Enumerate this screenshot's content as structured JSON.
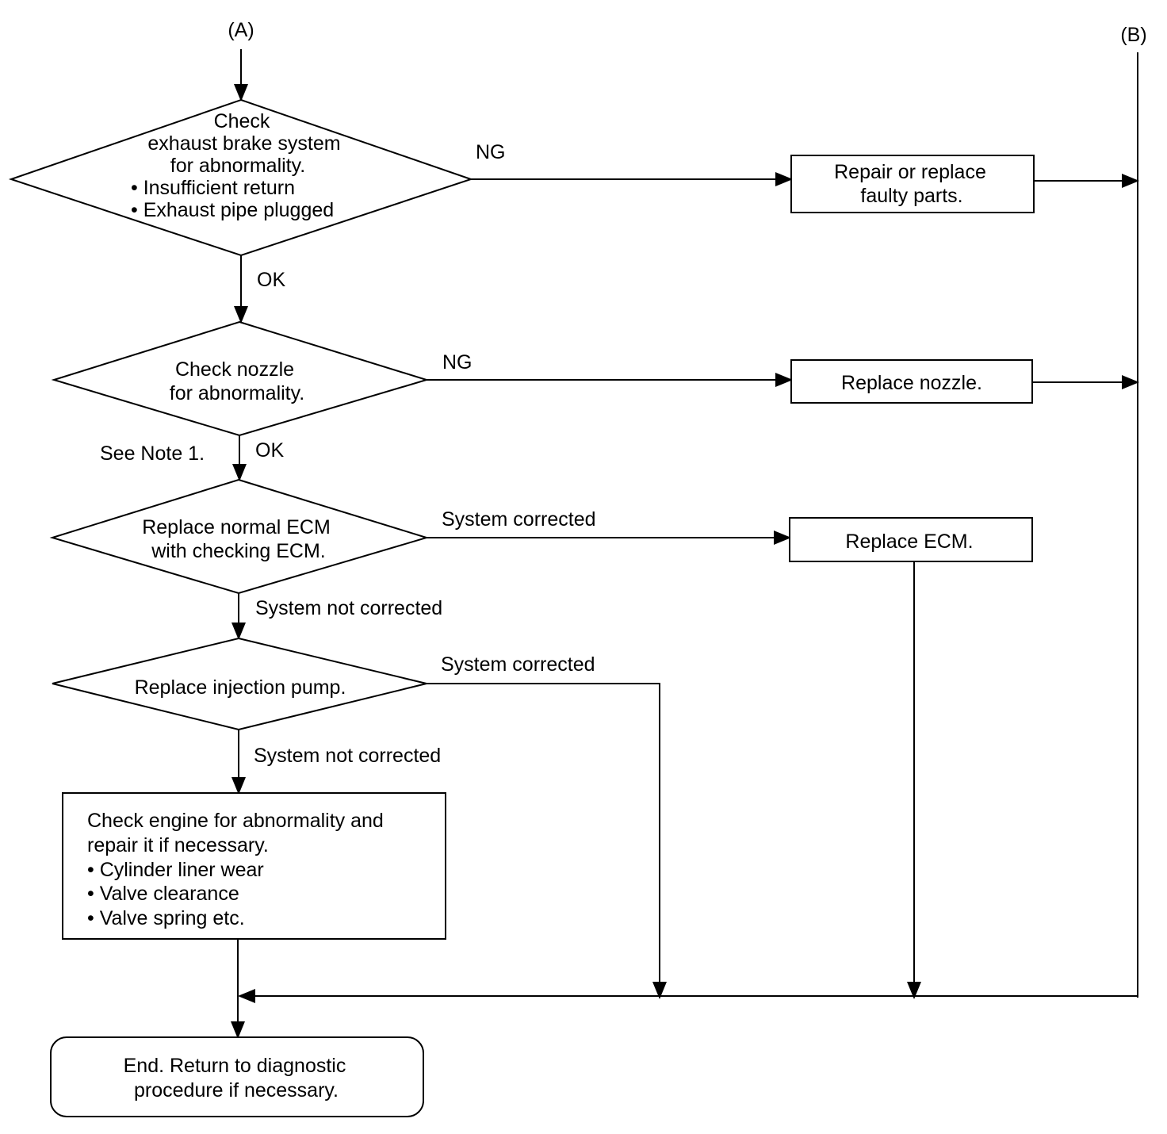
{
  "connectors": {
    "top_left": "(A)",
    "top_right": "(B)"
  },
  "decisions": {
    "exhaust_brake": [
      "Check",
      "exhaust brake system",
      "for abnormality.",
      "• Insufficient return",
      "• Exhaust pipe plugged"
    ],
    "nozzle": [
      "Check nozzle",
      "for abnormality."
    ],
    "ecm": [
      "Replace normal ECM",
      "with checking ECM."
    ],
    "injection_pump": [
      "Replace injection pump."
    ]
  },
  "actions": {
    "repair_parts": [
      "Repair or replace",
      "faulty parts."
    ],
    "replace_nozzle": [
      "Replace nozzle."
    ],
    "replace_ecm": [
      "Replace ECM."
    ],
    "check_engine": [
      "Check engine for abnormality and",
      "repair it if necessary.",
      "• Cylinder liner wear",
      "• Valve clearance",
      "• Valve spring   etc."
    ],
    "end": [
      "End. Return to diagnostic",
      "procedure if necessary."
    ]
  },
  "edge_labels": {
    "ng_1": "NG",
    "ok_1": "OK",
    "ng_2": "NG",
    "ok_2": "OK",
    "note": "See Note 1.",
    "corrected_1": "System corrected",
    "not_corrected_1": "System not corrected",
    "corrected_2": "System corrected",
    "not_corrected_2": "System not corrected"
  }
}
